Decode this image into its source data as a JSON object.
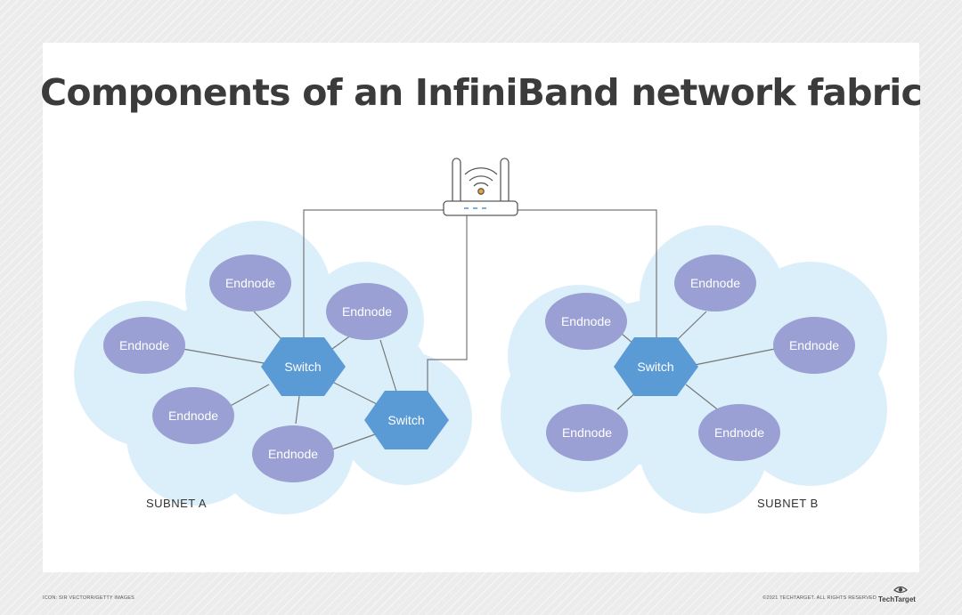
{
  "title": "Components of an InfiniBand network fabric",
  "node_labels": {
    "endnode": "Endnode",
    "switch": "Switch"
  },
  "subnets": {
    "a": "SUBNET A",
    "b": "SUBNET B"
  },
  "credits": {
    "icon": "ICON: SIR VECTORR/GETTY IMAGES",
    "copyright": "©2021 TECHTARGET. ALL RIGHTS RESERVED",
    "brand": "TechTarget"
  },
  "colors": {
    "cloud": "#dbeffa",
    "endnode": "#9aa0d3",
    "switch": "#5b9bd5",
    "title": "#3b3b3b",
    "line": "#777777"
  },
  "icons": {
    "router": "wireless-router-icon",
    "logo": "eye-logo-icon"
  }
}
